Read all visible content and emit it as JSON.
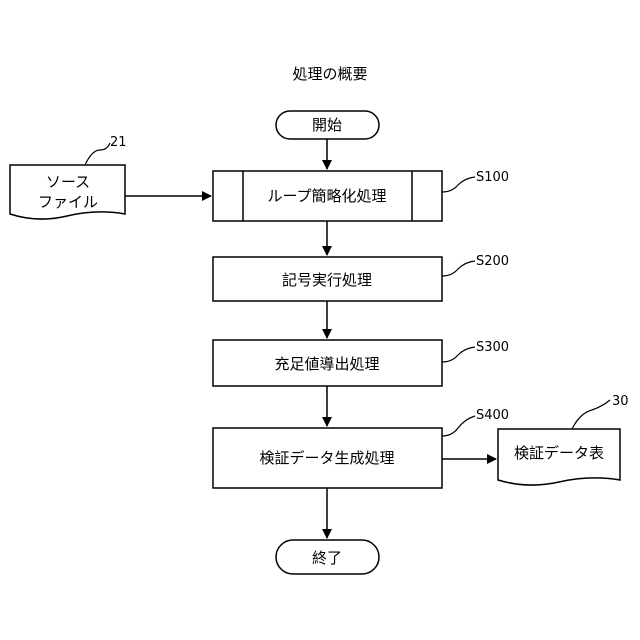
{
  "title": "処理の概要",
  "nodes": {
    "start": "開始",
    "loop": "ループ簡略化処理",
    "symbolic": "記号実行処理",
    "sufficient": "充足値導出処理",
    "verify": "検証データ生成処理",
    "end": "終了",
    "source_line1": "ソース",
    "source_line2": "ファイル",
    "table": "検証データ表"
  },
  "refs": {
    "source": "21",
    "table": "30",
    "s100": "S100",
    "s200": "S200",
    "s300": "S300",
    "s400": "S400"
  }
}
